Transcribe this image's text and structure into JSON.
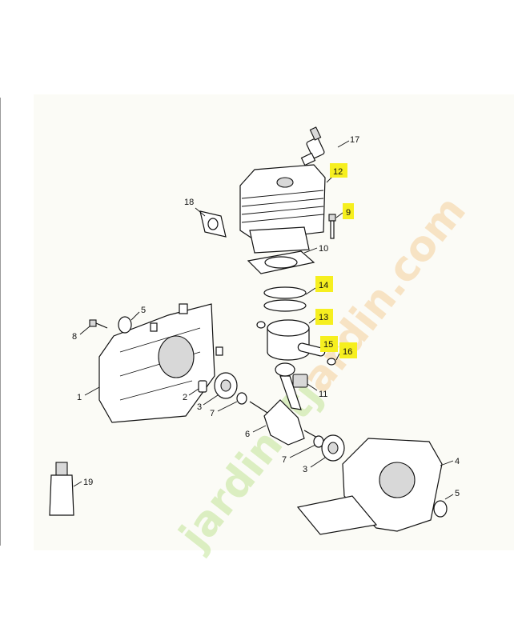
{
  "watermark": {
    "text": "jardinetjardin.com",
    "color_green": "#8ccf3a",
    "color_orange": "#f0a646"
  },
  "highlight_color": "#f6ef1f",
  "callouts": [
    {
      "id": "c1",
      "label": "1",
      "highlighted": false
    },
    {
      "id": "c2",
      "label": "2",
      "highlighted": false
    },
    {
      "id": "c3a",
      "label": "3",
      "highlighted": false
    },
    {
      "id": "c3b",
      "label": "3",
      "highlighted": false
    },
    {
      "id": "c4",
      "label": "4",
      "highlighted": false
    },
    {
      "id": "c5a",
      "label": "5",
      "highlighted": false
    },
    {
      "id": "c5b",
      "label": "5",
      "highlighted": false
    },
    {
      "id": "c6",
      "label": "6",
      "highlighted": false
    },
    {
      "id": "c7a",
      "label": "7",
      "highlighted": false
    },
    {
      "id": "c7b",
      "label": "7",
      "highlighted": false
    },
    {
      "id": "c8",
      "label": "8",
      "highlighted": false
    },
    {
      "id": "c9",
      "label": "9",
      "highlighted": true
    },
    {
      "id": "c10",
      "label": "10",
      "highlighted": false
    },
    {
      "id": "c11",
      "label": "11",
      "highlighted": false
    },
    {
      "id": "c12",
      "label": "12",
      "highlighted": true
    },
    {
      "id": "c13",
      "label": "13",
      "highlighted": true
    },
    {
      "id": "c14",
      "label": "14",
      "highlighted": true
    },
    {
      "id": "c15",
      "label": "15",
      "highlighted": true
    },
    {
      "id": "c16",
      "label": "16",
      "highlighted": true
    },
    {
      "id": "c17",
      "label": "17",
      "highlighted": false
    },
    {
      "id": "c18",
      "label": "18",
      "highlighted": false
    },
    {
      "id": "c19",
      "label": "19",
      "highlighted": false
    }
  ]
}
